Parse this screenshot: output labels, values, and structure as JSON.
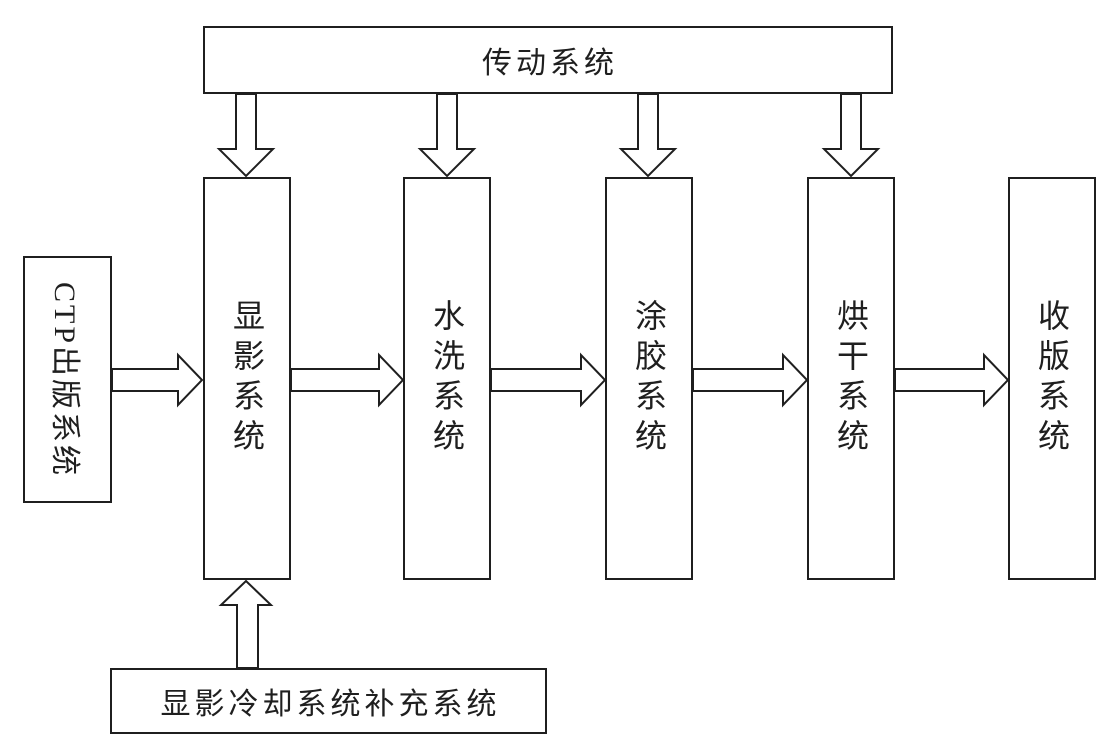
{
  "diagram": {
    "background": "#ffffff",
    "line_color": "#1f1f1f",
    "nodes": {
      "transmission": {
        "label": "传动系统"
      },
      "ctp": {
        "label": "CTP出版系统"
      },
      "stations": [
        {
          "label": "显影系统"
        },
        {
          "label": "水洗系统"
        },
        {
          "label": "涂胶系统"
        },
        {
          "label": "烘干系统"
        },
        {
          "label": "收版系统"
        }
      ],
      "replenisher": {
        "label": "显影冷却系统补充系统"
      }
    },
    "edges": [
      {
        "from": "传动系统",
        "to": "显影系统"
      },
      {
        "from": "传动系统",
        "to": "水洗系统"
      },
      {
        "from": "传动系统",
        "to": "涂胶系统"
      },
      {
        "from": "传动系统",
        "to": "烘干系统"
      },
      {
        "from": "CTP出版系统",
        "to": "显影系统"
      },
      {
        "from": "显影系统",
        "to": "水洗系统"
      },
      {
        "from": "水洗系统",
        "to": "涂胶系统"
      },
      {
        "from": "涂胶系统",
        "to": "烘干系统"
      },
      {
        "from": "烘干系统",
        "to": "收版系统"
      },
      {
        "from": "显影冷却系统补充系统",
        "to": "显影系统"
      }
    ]
  }
}
